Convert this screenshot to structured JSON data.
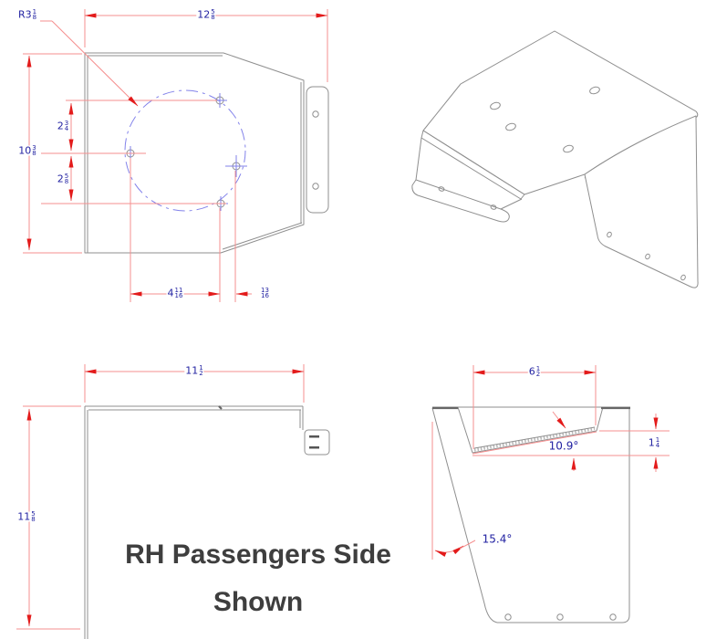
{
  "drawing": {
    "title_line1": "RH Passengers Side",
    "title_line2": "Shown"
  },
  "colors": {
    "dimension_line": "#f58f8f",
    "arrowhead": "#e31b1b",
    "dimension_text": "#2222a2",
    "part_line": "#8f8f8f",
    "bolt_circle": "#8282ea",
    "title_text": "#3e3e3e"
  },
  "views": {
    "front": {
      "dims": {
        "overall_width": {
          "whole": "12",
          "num": "5",
          "den": "8"
        },
        "bolt_circle_radius": {
          "prefix": "R",
          "whole": "3",
          "num": "1",
          "den": "8"
        },
        "overall_height": {
          "whole": "10",
          "num": "3",
          "den": "8"
        },
        "hole_spacing_upper": {
          "whole": "2",
          "num": "3",
          "den": "4"
        },
        "hole_spacing_lower": {
          "whole": "2",
          "num": "5",
          "den": "8"
        },
        "hole_spacing_horiz": {
          "whole": "4",
          "num": "11",
          "den": "16"
        },
        "hole_offset_horiz": {
          "whole": "",
          "num": "13",
          "den": "16"
        }
      }
    },
    "side": {
      "dims": {
        "top_width": {
          "whole": "11",
          "num": "1",
          "den": "2"
        },
        "height": {
          "whole": "11",
          "num": "5",
          "den": "8"
        }
      }
    },
    "rear": {
      "dims": {
        "flange_width": {
          "whole": "6",
          "num": "1",
          "den": "2"
        },
        "flange_angle": "10.9°",
        "flange_drop": {
          "whole": "1",
          "num": "1",
          "den": "4"
        },
        "side_angle": "15.4°"
      }
    }
  }
}
